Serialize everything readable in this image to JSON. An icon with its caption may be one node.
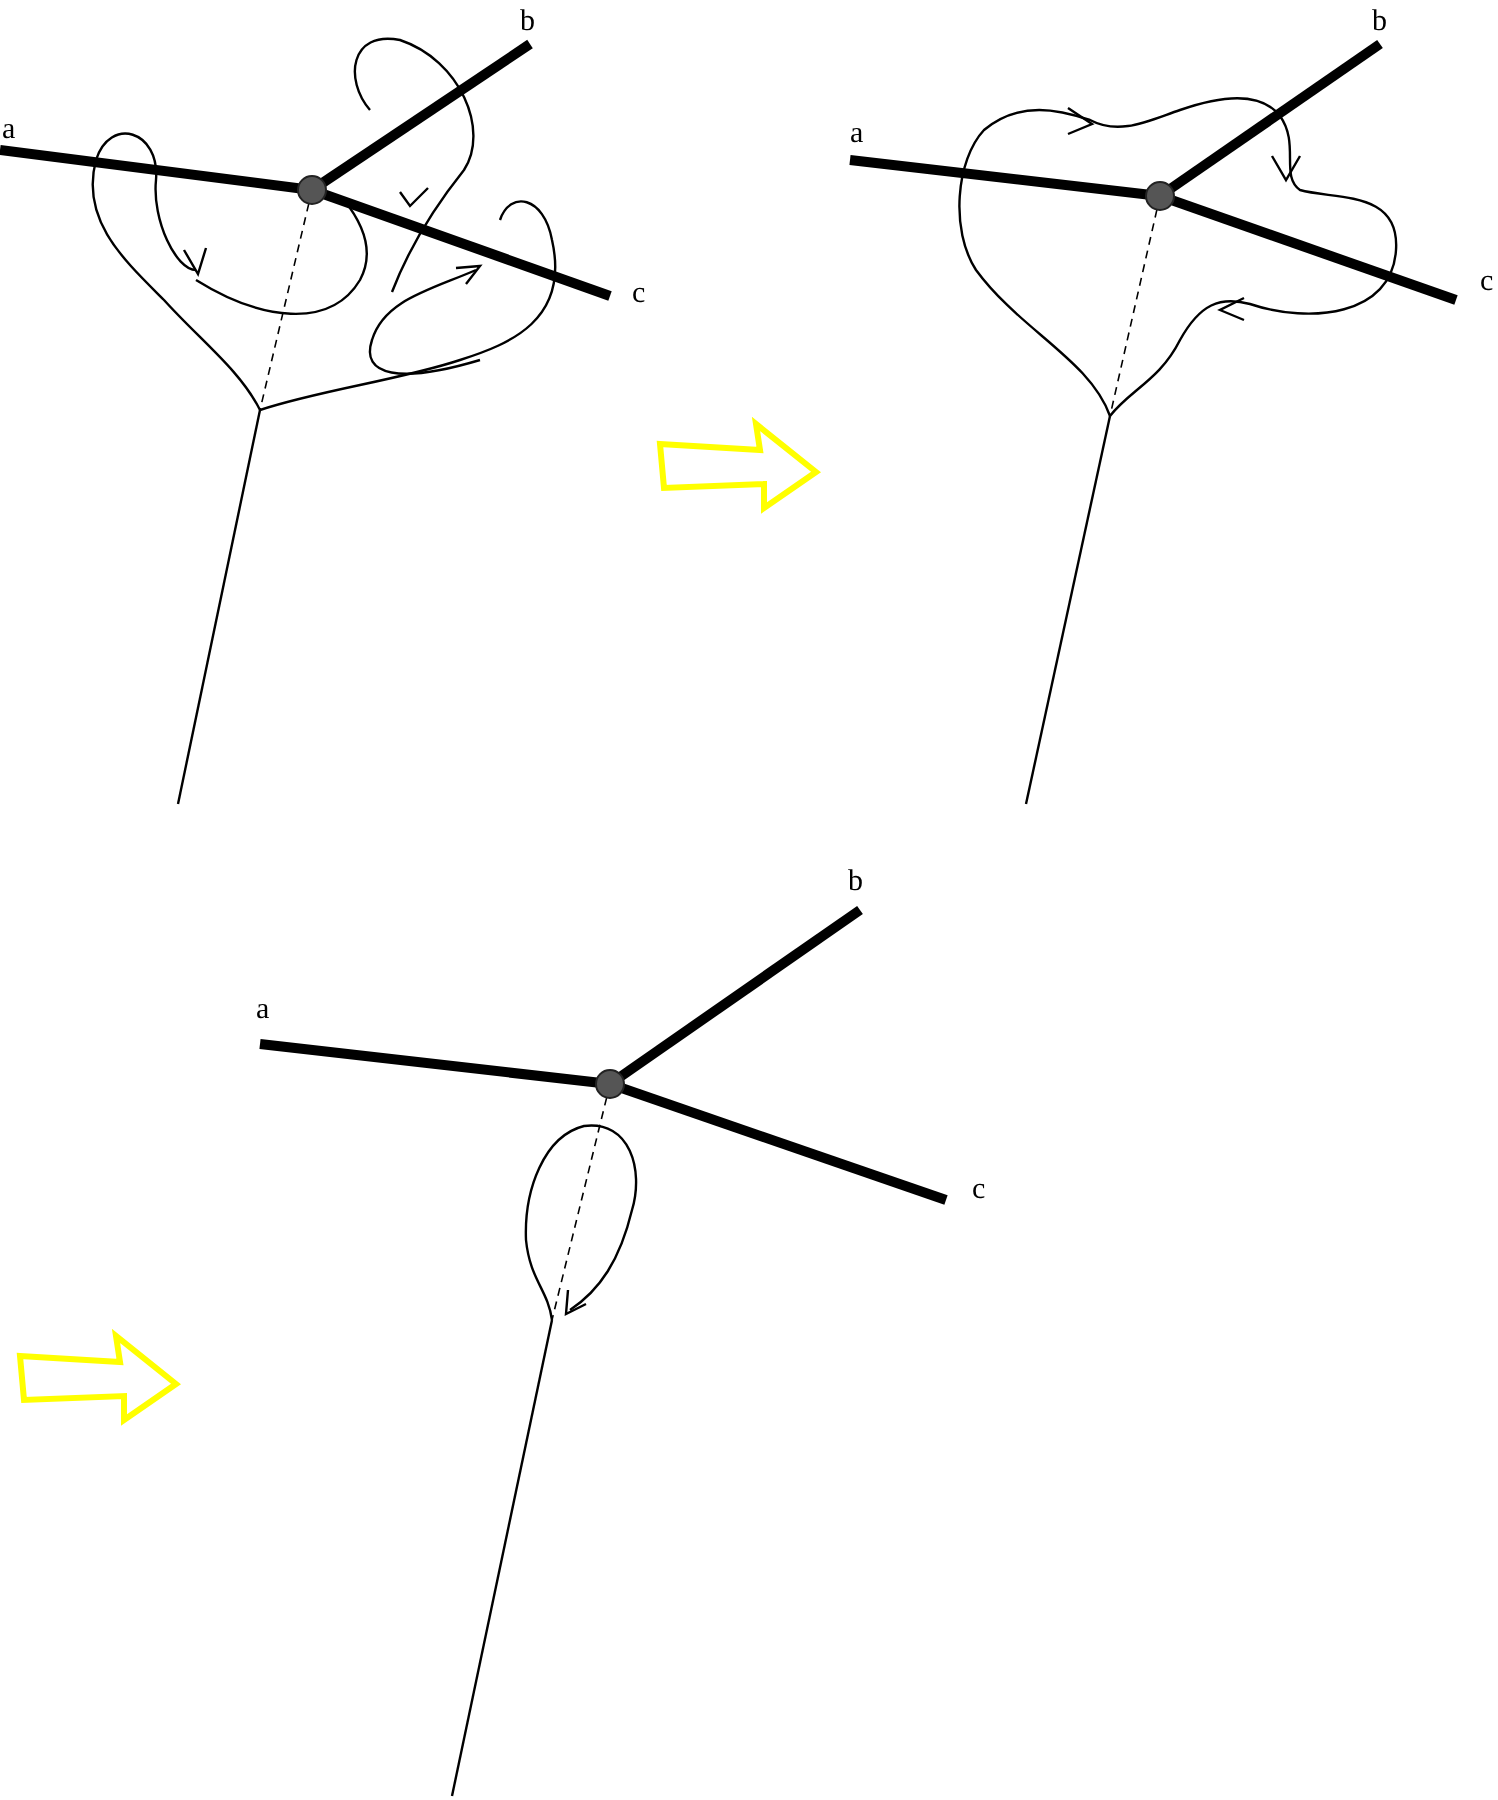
{
  "diagram": {
    "labels": [
      "a",
      "b",
      "c",
      "a",
      "b",
      "c",
      "a",
      "b",
      "c"
    ]
  }
}
